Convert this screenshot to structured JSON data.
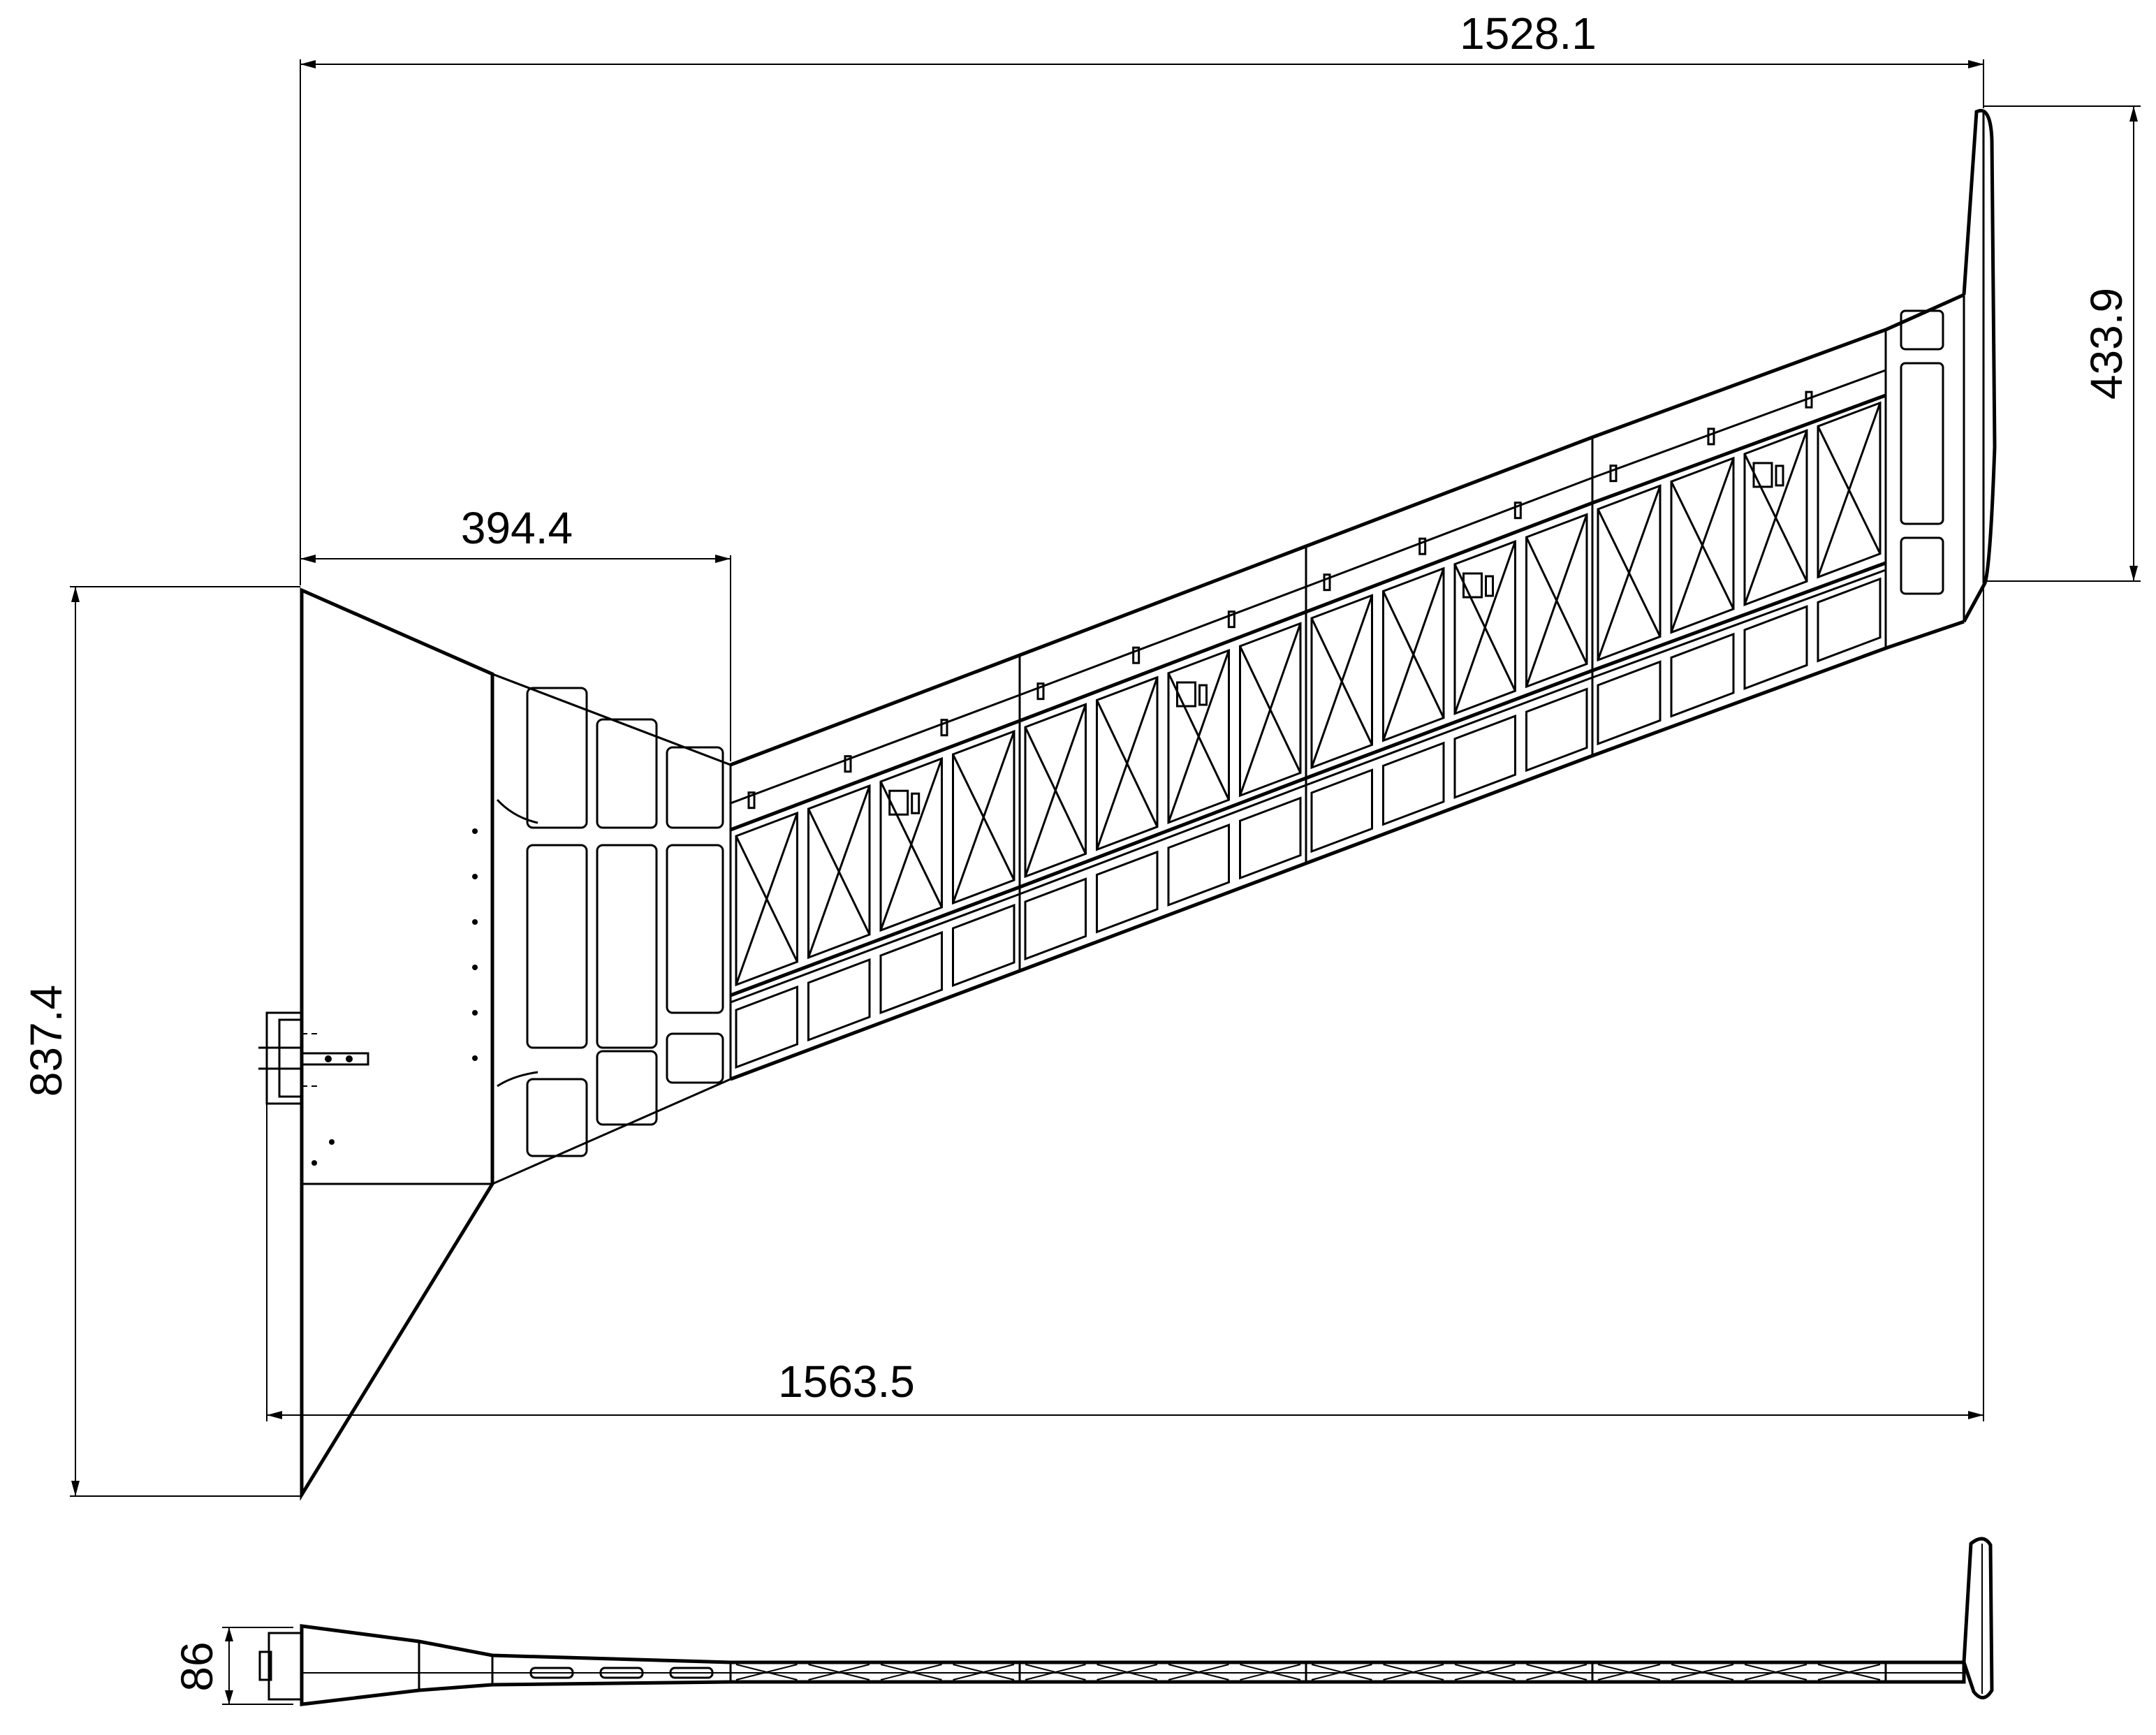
{
  "drawing": {
    "dimensions": {
      "span_top": "1528.1",
      "root_offset": "394.4",
      "tip_chord": "433.9",
      "root_chord": "837.4",
      "span_bottom": "1563.5",
      "thickness": "86"
    },
    "colors": {
      "line": "#000000",
      "background": "#ffffff"
    }
  }
}
